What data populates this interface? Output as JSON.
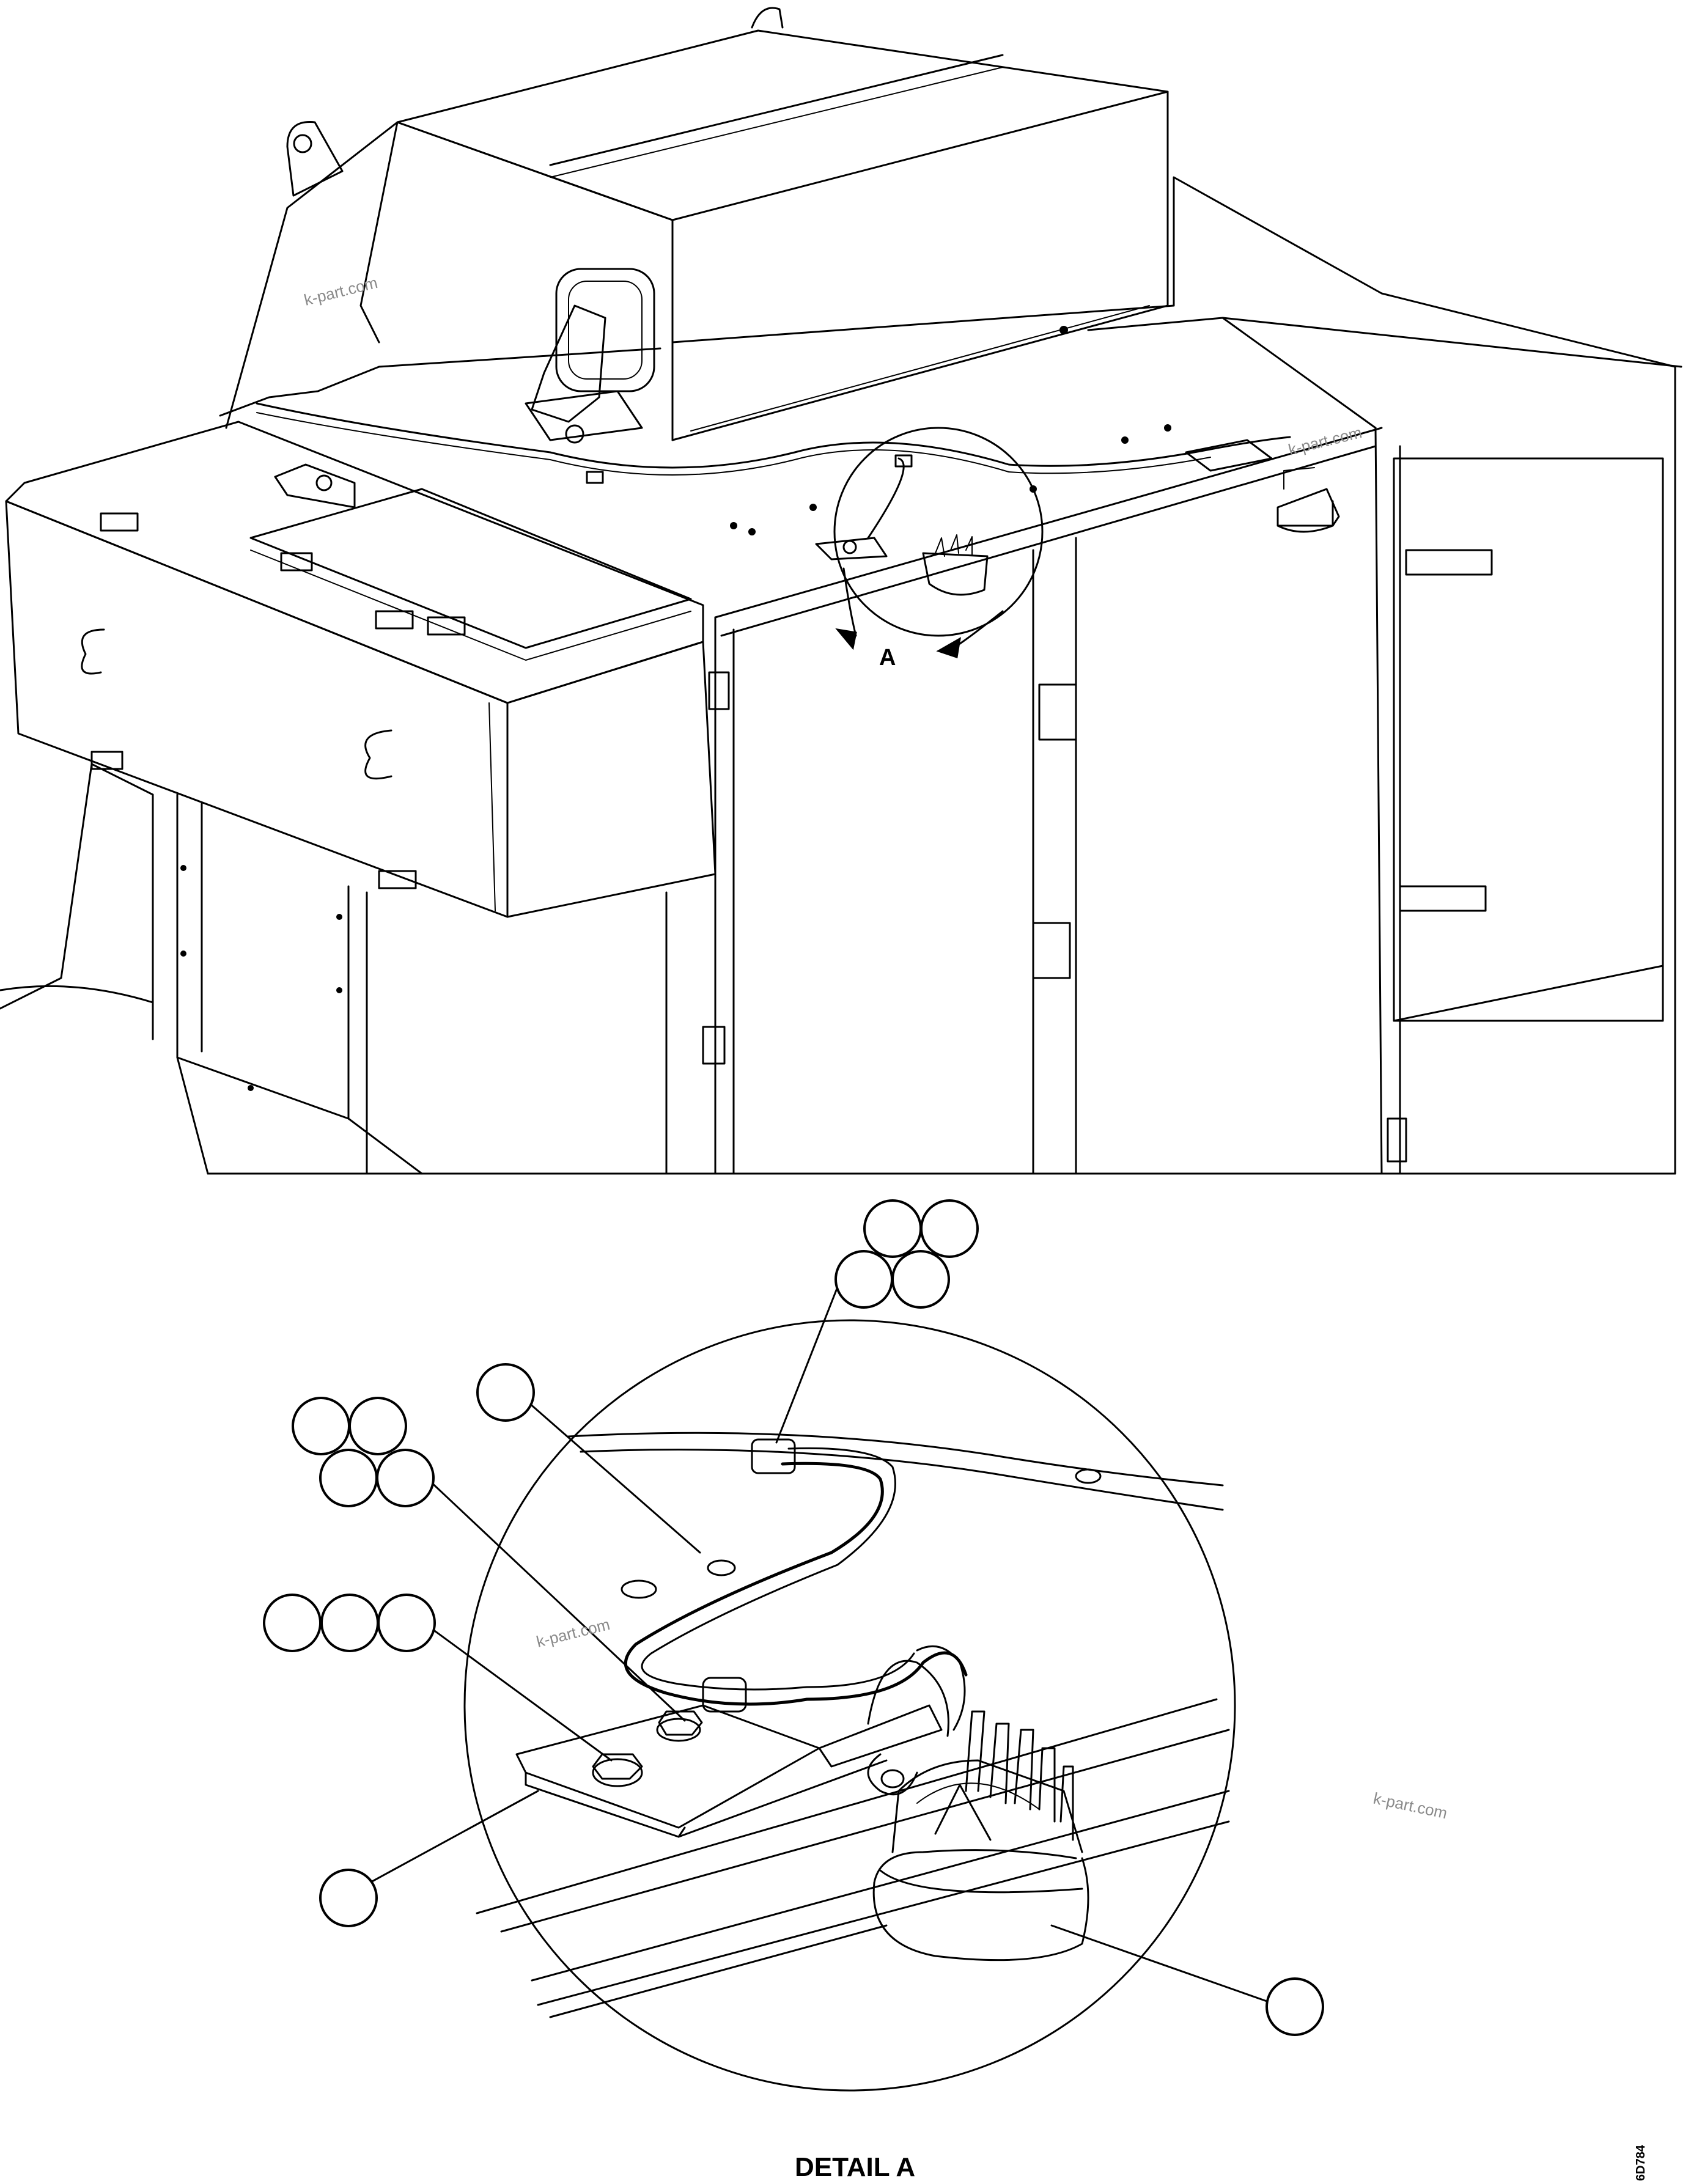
{
  "view_label": "A",
  "detail_title": "DETAIL A",
  "drawing_number": "6D784",
  "watermark_text": "k-part.com",
  "icons": {
    "view_arrow": "view-direction-arrow-icon",
    "callout": "empty-callout-balloon-icon",
    "work_light": "led-work-light-icon"
  },
  "callout_groups": [
    {
      "group": "clamp",
      "balloons": 4
    },
    {
      "group": "cable",
      "balloons": 1
    },
    {
      "group": "ground-bolt",
      "balloons": 4
    },
    {
      "group": "mount-bolt",
      "balloons": 3
    },
    {
      "group": "bracket",
      "balloons": 1
    },
    {
      "group": "work-light",
      "balloons": 1
    }
  ]
}
